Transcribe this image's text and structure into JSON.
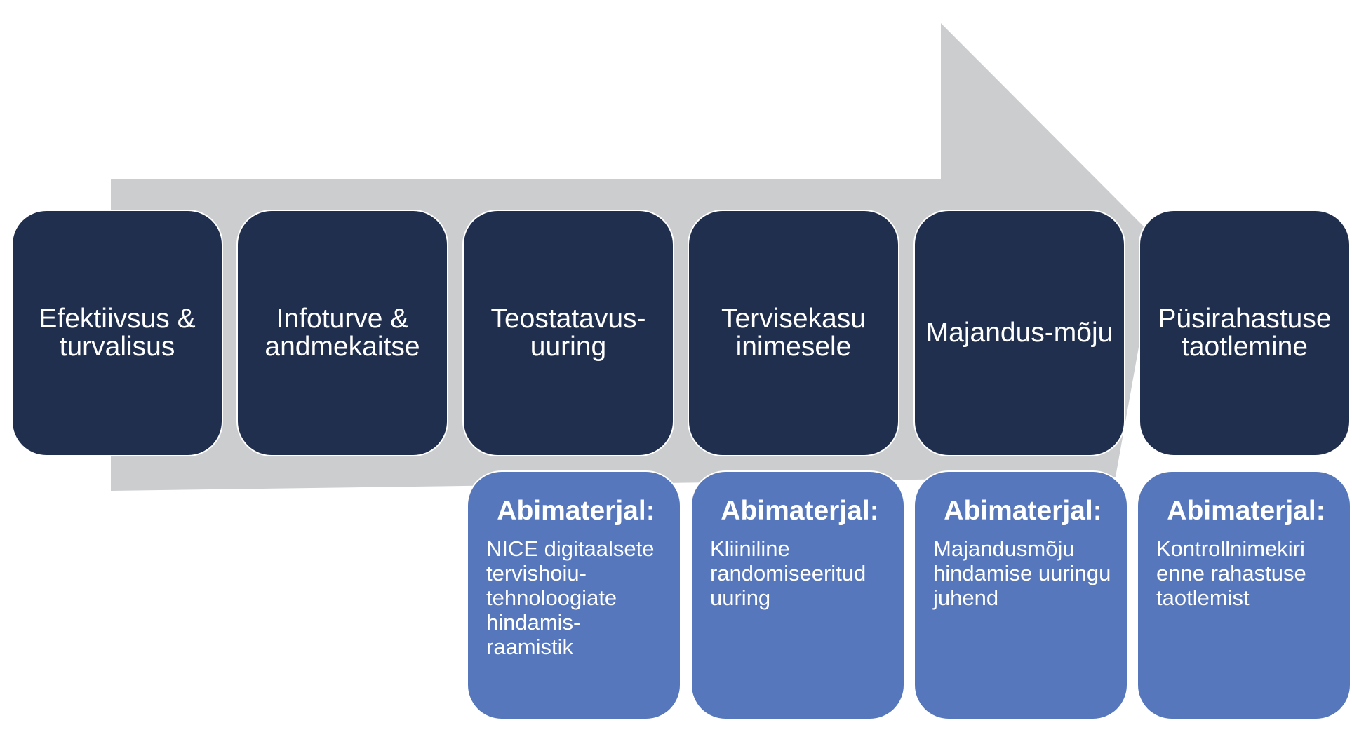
{
  "colors": {
    "arrow": "#CBCDCF",
    "step_fill": "#212F4F",
    "aid_fill": "#5677BB",
    "text": "#ffffff"
  },
  "steps": [
    {
      "label": "Efektiivsus & turvalisus"
    },
    {
      "label": "Infoturve & andmekaitse"
    },
    {
      "label": "Teostatavus-uuring"
    },
    {
      "label": "Tervisekasu inimesele"
    },
    {
      "label": "Majandus-mõju"
    },
    {
      "label": "Püsirahastuse taotlemine"
    }
  ],
  "aids": [
    {
      "title": "Abimaterjal:",
      "text": "NICE digitaalsete tervishoiu-tehnoloogiate hindamis-raamistik"
    },
    {
      "title": "Abimaterjal:",
      "text": "Kliiniline randomiseeritud uuring"
    },
    {
      "title": "Abimaterjal:",
      "text": "Majandusmõju hindamise uuringu juhend"
    },
    {
      "title": "Abimaterjal:",
      "text": "Kontrollnimekiri enne rahastuse taotlemist"
    }
  ]
}
